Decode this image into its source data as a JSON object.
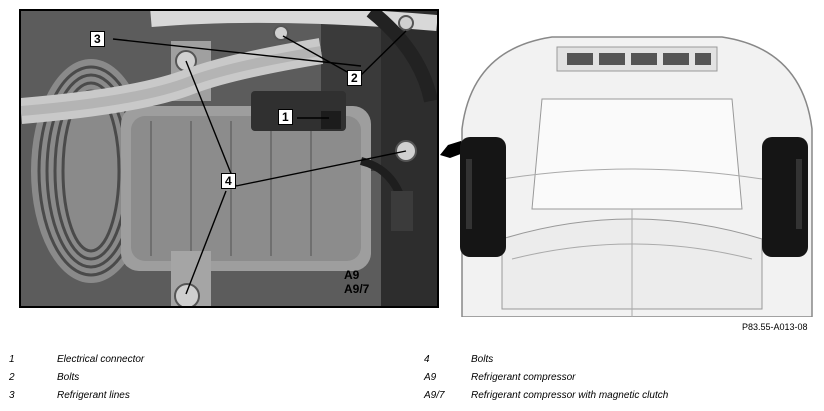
{
  "figure": {
    "callouts": {
      "c1": "1",
      "c2": "2",
      "c3": "3",
      "c4": "4"
    },
    "model_labels": [
      "A9",
      "A9/7"
    ],
    "figure_code": "P83.55-A013-08"
  },
  "legend": [
    {
      "num": "1",
      "text": "Electrical connector"
    },
    {
      "num": "2",
      "text": "Bolts"
    },
    {
      "num": "3",
      "text": "Refrigerant lines"
    },
    {
      "num": "4",
      "text": "Bolts"
    },
    {
      "num": "A9",
      "text": "Refrigerant compressor"
    },
    {
      "num": "A9/7",
      "text": "Refrigerant compressor with magnetic clutch"
    }
  ]
}
